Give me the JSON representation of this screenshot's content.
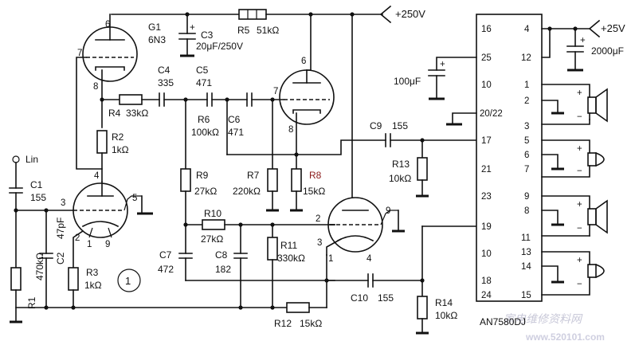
{
  "labels": {
    "g1": "G1",
    "g1_type": "6N3",
    "v_plus250": "+250V",
    "v_plus25": "+25V",
    "lin": "Lin",
    "c1": "C1",
    "c1_val": "155",
    "c2": "C2",
    "c2_val": "47pF",
    "r1": "R1",
    "r1_val": "470kΩ",
    "r2": "R2",
    "r2_val": "1kΩ",
    "r3": "R3",
    "r3_val": "1kΩ",
    "r4": "R4",
    "r4_val": "33kΩ",
    "c3": "C3",
    "c3_val": "20μF/250V",
    "r5": "R5",
    "r5_val": "51kΩ",
    "c4": "C4",
    "c4_val": "335",
    "c5": "C5",
    "c5_val": "471",
    "r6": "R6",
    "r6_val": "100kΩ",
    "c6": "C6",
    "c6_val": "471",
    "r7": "R7",
    "r7_val": "220kΩ",
    "r8": "R8",
    "r8_val": "15kΩ",
    "r9": "R9",
    "r9_val": "27kΩ",
    "r10": "R10",
    "r10_val": "27kΩ",
    "r11": "R11",
    "r11_val": "330kΩ",
    "c7": "C7",
    "c7_val": "472",
    "c8": "C8",
    "c8_val": "182",
    "c9": "C9",
    "c9_val": "155",
    "c10": "C10",
    "c10_val": "155",
    "r12": "R12",
    "r12_val": "15kΩ",
    "r13": "R13",
    "r13_val": "10kΩ",
    "r14": "R14",
    "r14_val": "10kΩ",
    "cap_100": "100μF",
    "cap_2000": "2000μF",
    "ic_name": "AN7580DJ",
    "circled_one": "1",
    "watermark_cn": "家电维修资料网",
    "watermark_url": "www.520101.com"
  },
  "pins": {
    "t1_6": "6",
    "t1_7": "7",
    "t1_8": "8",
    "t2_6": "6",
    "t2_7": "7",
    "t2_8": "8",
    "t3_4": "4",
    "t3_3": "3",
    "t3_5": "5",
    "t3_2": "2",
    "t3_1": "1",
    "t3_9": "9",
    "t4_2": "2",
    "t4_9": "9",
    "t4_3": "3",
    "t4_1": "1",
    "t4_4": "4",
    "ic_l_16": "16",
    "ic_l_25": "25",
    "ic_l_10a": "10",
    "ic_l_2022": "20/22",
    "ic_l_17": "17",
    "ic_l_21": "21",
    "ic_l_23": "23",
    "ic_l_19": "19",
    "ic_l_10b": "10",
    "ic_l_18": "18",
    "ic_l_24": "24",
    "ic_r_4": "4",
    "ic_r_12": "12",
    "ic_r_1": "1",
    "ic_r_2": "2",
    "ic_r_3": "3",
    "ic_r_5": "5",
    "ic_r_6": "6",
    "ic_r_7": "7",
    "ic_r_9": "9",
    "ic_r_8": "8",
    "ic_r_11": "11",
    "ic_r_13": "13",
    "ic_r_14": "14",
    "ic_r_15": "15"
  }
}
